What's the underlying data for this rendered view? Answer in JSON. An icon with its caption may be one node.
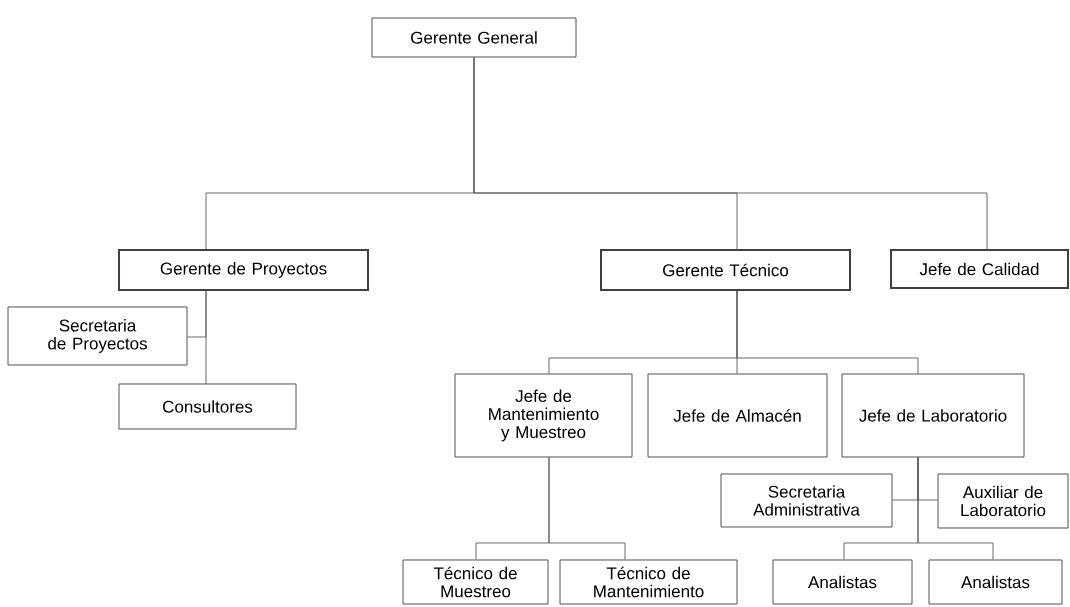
{
  "diagram": {
    "nodes": [
      {
        "text": [
          "Gerente General"
        ]
      },
      {
        "text": [
          "Gerente de Proyectos"
        ]
      },
      {
        "text": [
          "Gerente Técnico"
        ]
      },
      {
        "text": [
          "Jefe de Calidad"
        ]
      },
      {
        "text": [
          "Secretaria de Proyectos"
        ]
      },
      {
        "text": [
          "Consultores"
        ]
      },
      {
        "text": [
          "Jefe de Mantenimiento y Muestreo"
        ]
      },
      {
        "text": [
          "Jefe de Almacén"
        ]
      },
      {
        "text": [
          "Jefe de Laboratorio"
        ]
      },
      {
        "text": [
          "Secretaria Administrativa"
        ]
      },
      {
        "text": [
          "Auxiliar de Laboratorio"
        ]
      },
      {
        "text": [
          "Técnico de Muestreo"
        ]
      },
      {
        "text": [
          "Técnico de Mantenimiento"
        ]
      },
      {
        "text": [
          "Analistas"
        ]
      },
      {
        "text": [
          "Analistas"
        ]
      }
    ],
    "edges": [
      {
        "from": 0,
        "to": 1,
        "arrow": "none"
      },
      {
        "from": 0,
        "to": 2,
        "arrow": "none"
      },
      {
        "from": 0,
        "to": 3,
        "arrow": "none"
      },
      {
        "from": 1,
        "to": 4,
        "arrow": "none"
      },
      {
        "from": 1,
        "to": 5,
        "arrow": "none"
      },
      {
        "from": 2,
        "to": 6,
        "arrow": "none"
      },
      {
        "from": 2,
        "to": 7,
        "arrow": "none"
      },
      {
        "from": 2,
        "to": 8,
        "arrow": "none"
      },
      {
        "from": 6,
        "to": 11,
        "arrow": "none"
      },
      {
        "from": 6,
        "to": 12,
        "arrow": "none"
      },
      {
        "from": 8,
        "to": 9,
        "arrow": "none"
      },
      {
        "from": 8,
        "to": 10,
        "arrow": "none"
      },
      {
        "from": 8,
        "to": 13,
        "arrow": "none"
      },
      {
        "from": 8,
        "to": 14,
        "arrow": "none"
      }
    ]
  }
}
